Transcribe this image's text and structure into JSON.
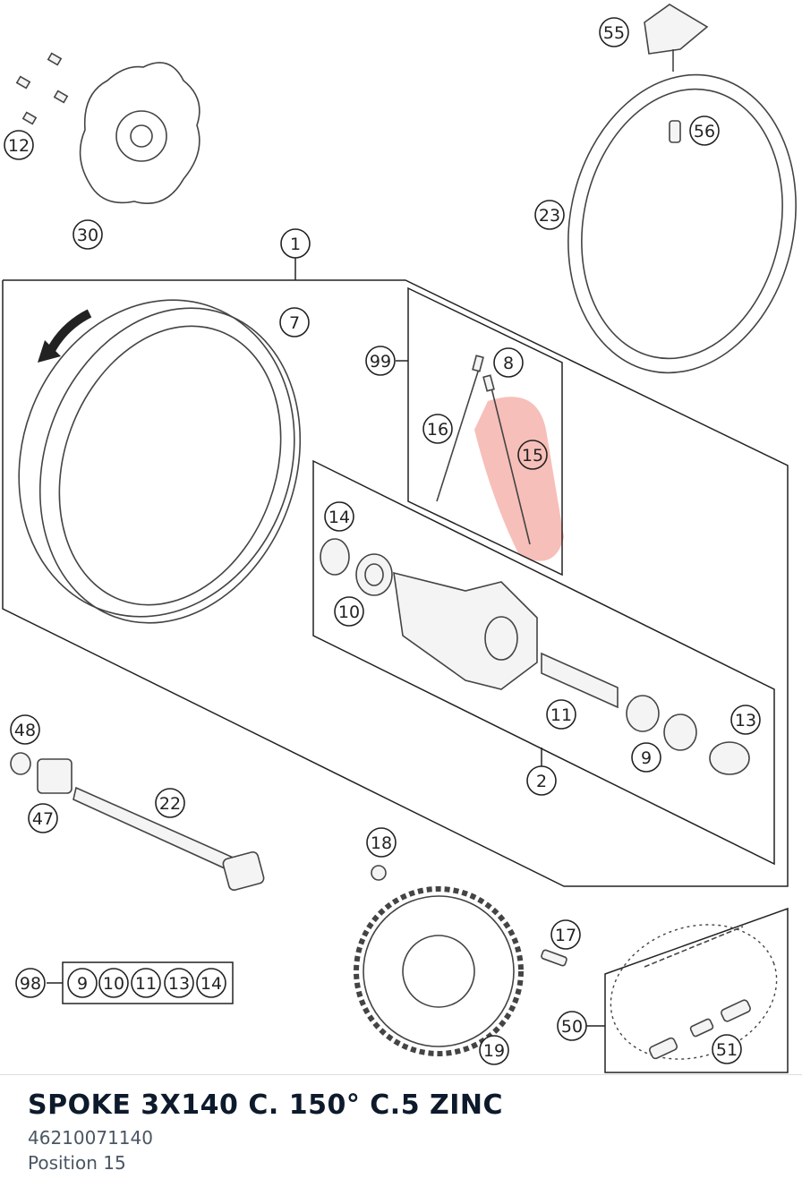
{
  "diagram": {
    "callouts": [
      "55",
      "56",
      "12",
      "30",
      "23",
      "1",
      "7",
      "99",
      "8",
      "16",
      "15",
      "14",
      "10",
      "11",
      "9",
      "13",
      "2",
      "48",
      "47",
      "22",
      "18",
      "17",
      "98",
      "50",
      "19",
      "51"
    ],
    "kit98_items": [
      "9",
      "10",
      "11",
      "13",
      "14"
    ],
    "highlighted_part": "15",
    "highlight_color": "#f08a80"
  },
  "part": {
    "title": "SPOKE 3X140 C. 150° C.5 ZINC",
    "number": "46210071140",
    "position": "Position 15"
  }
}
